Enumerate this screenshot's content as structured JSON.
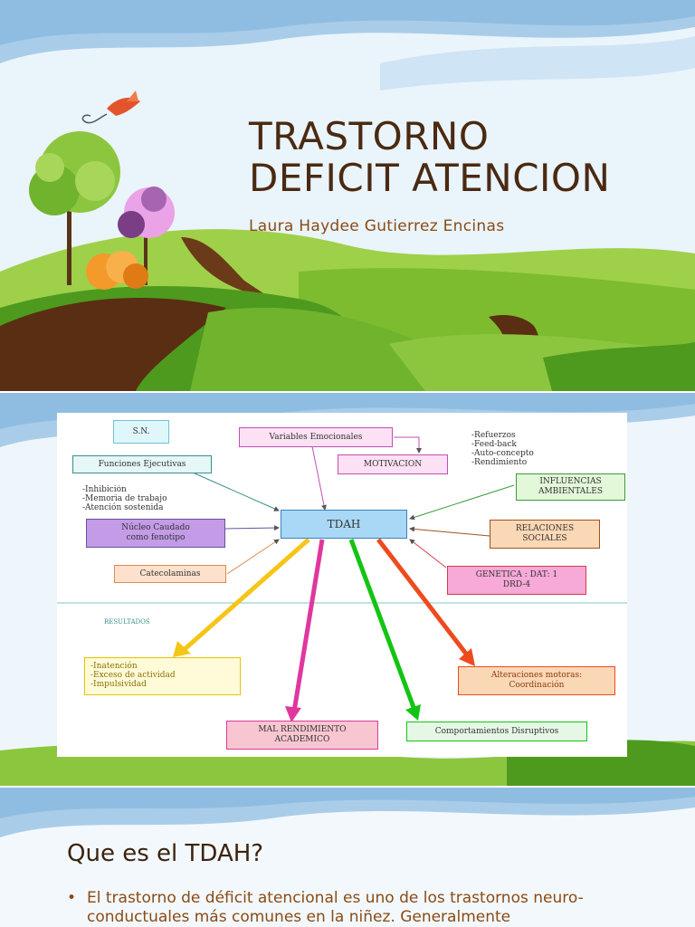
{
  "slide1": {
    "title_line1": "TRASTORNO",
    "title_line2": "DEFICIT ATENCION",
    "author": "Laura Haydee Gutierrez Encinas"
  },
  "slide2": {
    "diagram": {
      "sn": "S.N.",
      "variables": "Variables Emocionales",
      "motivacion": "MOTIVACION",
      "refuerzos": "-Refuerzos\n-Feed-back\n-Auto-concepto\n-Rendimiento",
      "funciones": "Funciones Ejecutivas",
      "inhibicion": "-Inhibición\n-Memoria de trabajo\n-Atención sostenida",
      "influencias": "INFLUENCIAS\nAMBIENTALES",
      "tdah": "TDAH",
      "nucleo": "Núcleo Caudado\ncomo fenotipo",
      "relaciones": "RELACIONES\nSOCIALES",
      "catecolaminas": "Catecolaminas",
      "genetica": "GENETICA : DAT: 1\nDRD-4",
      "resultados": "RESULTADOS",
      "inatencion": "-Inatención\n-Exceso de actividad\n-Impulsividad",
      "alteraciones": "Alteraciones motoras:\nCoordinación",
      "mal_rendimiento": "MAL RENDIMIENTO\nACADEMICO",
      "comportamientos": "Comportamientos Disruptivos"
    }
  },
  "slide3": {
    "heading": "Que es el TDAH?",
    "bullet_symbol": "•",
    "bullet_text": "El trastorno de déficit atencional es uno de los trastornos neuro-conductuales más comunes en la niñez. Generalmente"
  },
  "colors": {
    "title": "#4a2a12",
    "subtitle": "#8a4b15",
    "grass_dark": "#4e9a1e",
    "grass_light": "#8cc63f",
    "road": "#5a2e12",
    "sky_stripe": "#bcd9ef"
  }
}
